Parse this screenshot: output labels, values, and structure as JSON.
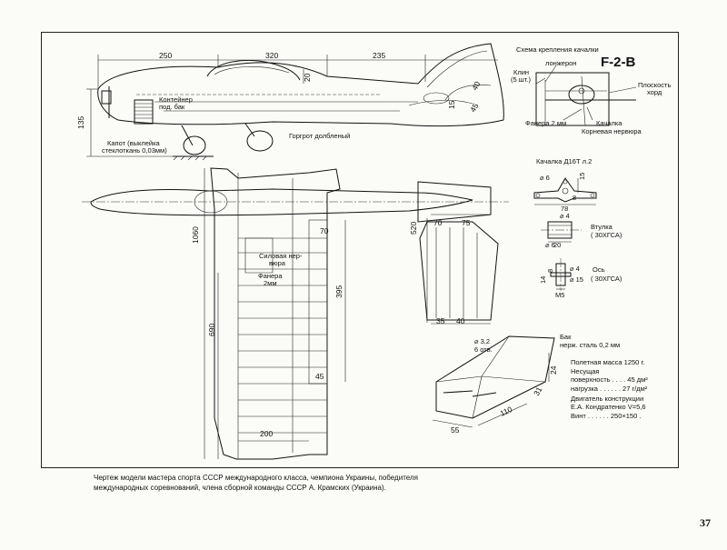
{
  "title": "F-2-B",
  "side_view": {
    "dims": [
      "250",
      "320",
      "235",
      "20",
      "135",
      "15",
      "40",
      "45"
    ],
    "labels": {
      "container": "Контейнер",
      "fuel_tank": "под. бак",
      "cowl": "Капот (выклейка",
      "cowl2": "стеклоткань 0,03мм)",
      "spine": "Горгрот долбленый"
    }
  },
  "mount_scheme": {
    "title": "Схема крепления качалки",
    "spar": "лонжерон",
    "wedge": "Клин",
    "wedge_qty": "(5 шт.)",
    "chord_plane": "Плоскость",
    "chord": "хорд",
    "plywood": "Фанера 2 мм",
    "bellcrank": "Качалка",
    "root_rib": "Корневая нервюра"
  },
  "bellcrank_part": {
    "title": "Качалка Д16Т л.2",
    "dims": [
      "⌀ 6",
      "15",
      "78",
      "8"
    ]
  },
  "bushing": {
    "title": "Втулка",
    "material": "( 30ХГСА)",
    "dims": [
      "⌀ 4",
      "⌀ 6",
      "20"
    ]
  },
  "axle": {
    "title": "Ось",
    "material": "( 30ХГСА)",
    "dims": [
      "⌀ 4",
      "⌀ 15",
      "M5",
      "14",
      "8"
    ]
  },
  "plan_view": {
    "dims": [
      "1060",
      "690",
      "395",
      "200",
      "70",
      "45",
      "520",
      "70",
      "75",
      "35",
      "40"
    ],
    "labels": {
      "power_rib": "Силовая нер-",
      "power_rib2": "вюра",
      "plywood": "Фанера",
      "plywood2": "2мм"
    }
  },
  "tank": {
    "label1": "Бак",
    "label2": "нерж. сталь 0,2 мм",
    "holes": "⌀ 3,2",
    "holes_qty": "6 отв.",
    "dims": [
      "55",
      "110",
      "24",
      "31"
    ]
  },
  "specs": {
    "mass": "Полетная масса 1250  г.",
    "area_label": "Несущая",
    "area": "поверхность . . . . 45 дм²",
    "load": "нагрузка . . . . . . 27 г/дм²",
    "engine": "Двигатель конструкции",
    "engine2": "Е.А. Кондратенко V=5,6",
    "prop": "Винт . . . . . . 250×150 ."
  },
  "caption": "Чертеж модели мастера спорта СССР международного класса, чемпиона Украины, победителя международных соревнований, члена сборной команды СССР А. Крамских (Украина).",
  "page_number": "37"
}
